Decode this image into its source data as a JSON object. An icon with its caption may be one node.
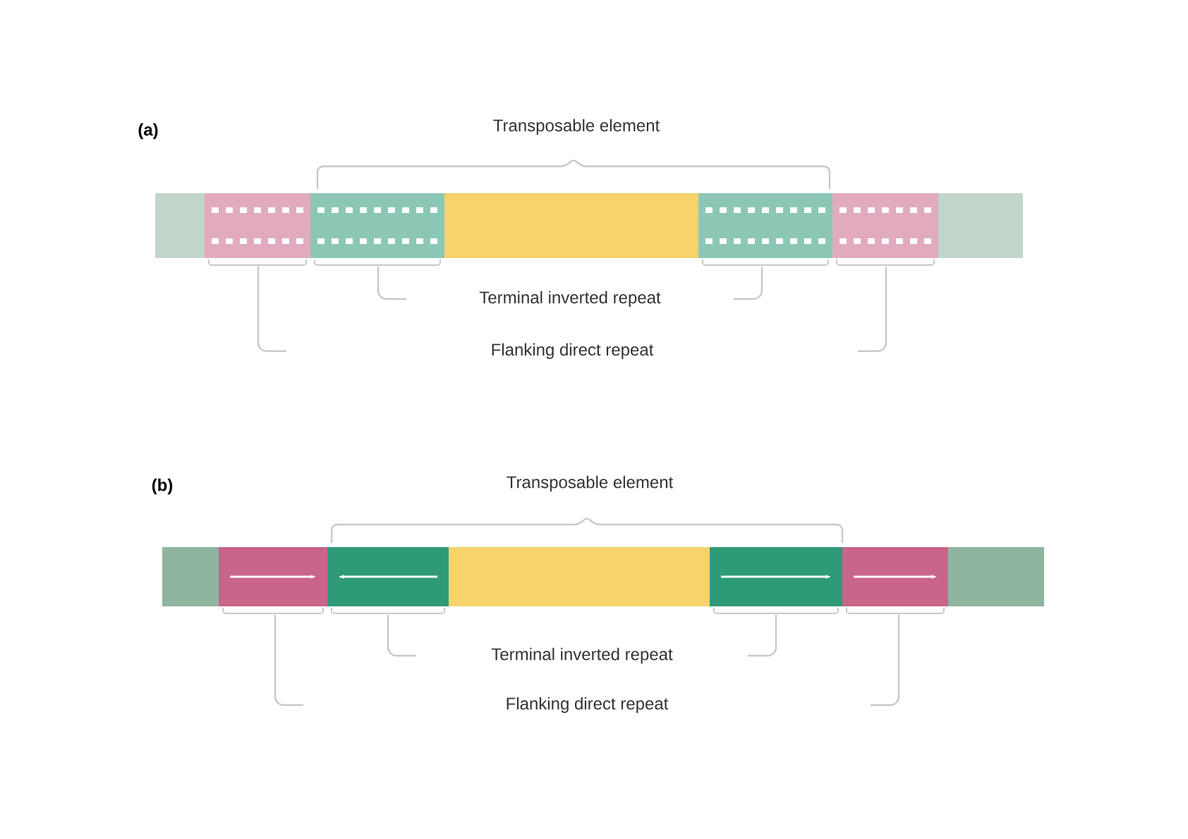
{
  "diagram": {
    "labels": [
      "(a)",
      "Transposable element",
      "Terminal inverted repeat",
      "Flanking direct repeat",
      "(b)",
      "Transposable element",
      "Terminal inverted repeat",
      "Flanking direct repeat"
    ]
  }
}
